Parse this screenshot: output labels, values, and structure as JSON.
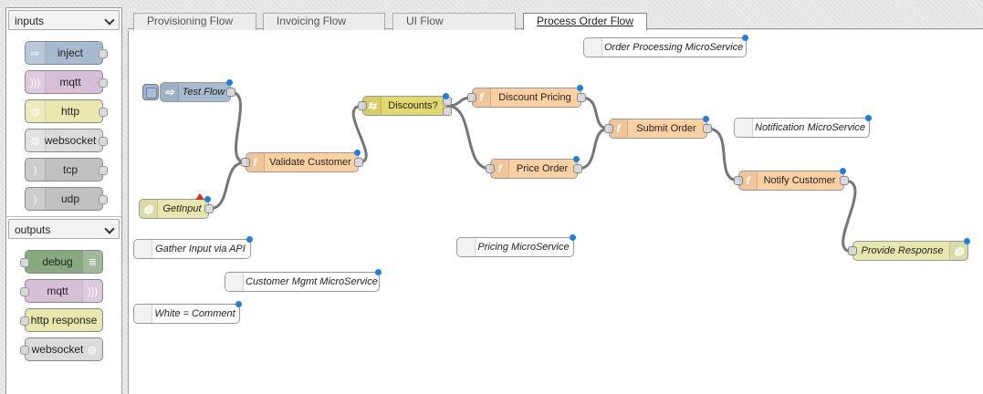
{
  "palette": {
    "inputs": {
      "header": "inputs",
      "nodes": [
        {
          "label": "inject",
          "color": "#a6bbcf",
          "icon": "arrow-icon"
        },
        {
          "label": "mqtt",
          "color": "#d8bfd8",
          "icon": "signal-icon"
        },
        {
          "label": "http",
          "color": "#e7e7ae",
          "icon": "globe-icon"
        },
        {
          "label": "websocket",
          "color": "#dbdbdb",
          "icon": "socket-icon"
        },
        {
          "label": "tcp",
          "color": "#c0c0c0",
          "icon": "bridge-icon"
        },
        {
          "label": "udp",
          "color": "#c0c0c0",
          "icon": "bridge-icon"
        }
      ]
    },
    "outputs": {
      "header": "outputs",
      "nodes": [
        {
          "label": "debug",
          "color": "#87a980",
          "icon": "debug-icon"
        },
        {
          "label": "mqtt",
          "color": "#d8bfd8",
          "icon": "signal-icon"
        },
        {
          "label": "http response",
          "color": "#e7e7ae",
          "icon": "globe-icon"
        },
        {
          "label": "websocket",
          "color": "#dbdbdb",
          "icon": "socket-icon"
        }
      ]
    }
  },
  "tabs": [
    {
      "label": "Provisioning Flow"
    },
    {
      "label": "Invoicing Flow"
    },
    {
      "label": "UI Flow"
    },
    {
      "label": "Process Order Flow"
    }
  ],
  "flow": {
    "test_flow": "Test Flow",
    "get_input": "GetInput",
    "validate_customer": "Validate Customer",
    "discounts": "Discounts?",
    "discount_pricing": "Discount Pricing",
    "price_order": "Price Order",
    "submit_order": "Submit Order",
    "notify_customer": "Notify Customer",
    "provide_response": "Provide Response"
  },
  "comments": {
    "order_processing": "Order Processing MicroService",
    "notification": "Notification MicroService",
    "gather_input": "Gather Input via API",
    "pricing": "Pricing MicroService",
    "customer_mgmt": "Customer Mgmt MicroService",
    "white_comment": "White = Comment"
  },
  "colors": {
    "function": "#fdd0a2",
    "inject": "#a6bbcf",
    "switch": "#e2d96e",
    "http_in": "#e7e7ae",
    "comment": "#ffffff",
    "changed_dot": "#1f7ed6",
    "error_triangle": "#d92b2b"
  }
}
